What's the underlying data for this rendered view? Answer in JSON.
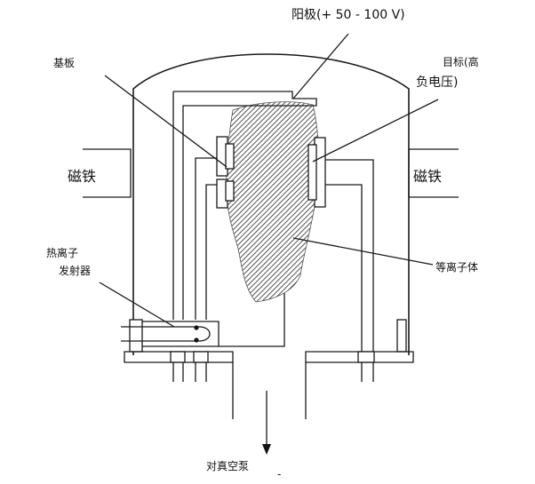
{
  "diagram": {
    "labels": {
      "anode": "阳极(+ 50 - 100 V)",
      "substrate": "基板",
      "target_line1": "目标(高",
      "target_line2": "负电压)",
      "magnet_left": "磁铁",
      "magnet_right": "磁铁",
      "emitter_line1": "热离子",
      "emitter_line2": "发射器",
      "plasma": "等离子体",
      "pump": "对真空泵",
      "dash": "-"
    }
  }
}
